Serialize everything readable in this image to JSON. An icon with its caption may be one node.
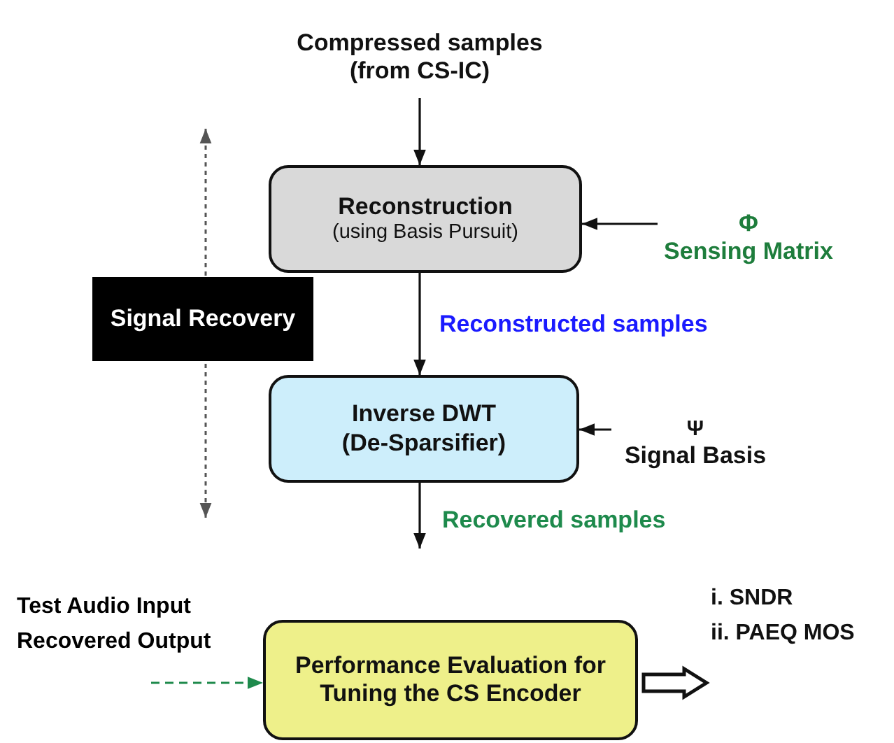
{
  "diagram": {
    "nodes": [
      {
        "text": [
          "Compressed samples (from CS-IC)"
        ]
      },
      {
        "text": [
          "Reconstruction",
          "(using Basis Pursuit)"
        ]
      },
      {
        "text": [
          "Φ",
          "Sensing Matrix"
        ]
      },
      {
        "text": [
          "Signal Recovery"
        ]
      },
      {
        "text": [
          "Inverse DWT",
          "(De-Sparsifier)"
        ]
      },
      {
        "text": [
          "Ψ",
          "Signal Basis"
        ]
      },
      {
        "text": [
          "Performance Evaluation for Tuning the CS Encoder"
        ]
      },
      {
        "text": [
          "i. SNDR",
          "ii. PAEQ MOS"
        ]
      }
    ],
    "edges": [
      {
        "from": 0,
        "to": 1,
        "arrow": "to"
      },
      {
        "from": 2,
        "to": 1,
        "arrow": "to"
      },
      {
        "from": 1,
        "to": 4,
        "arrow": "to",
        "label": "Reconstructed samples"
      },
      {
        "from": 5,
        "to": 4,
        "arrow": "to"
      },
      {
        "from": 4,
        "to": null,
        "arrow": "to",
        "label": "Recovered samples"
      },
      {
        "from": null,
        "to": 6,
        "arrow": "to",
        "style": "dashed",
        "color": "#1e8a4c"
      },
      {
        "from": 6,
        "to": 7,
        "arrow": "to",
        "style": "thick"
      }
    ],
    "labels": [
      "Test Audio Input",
      "Recovered Output"
    ]
  }
}
